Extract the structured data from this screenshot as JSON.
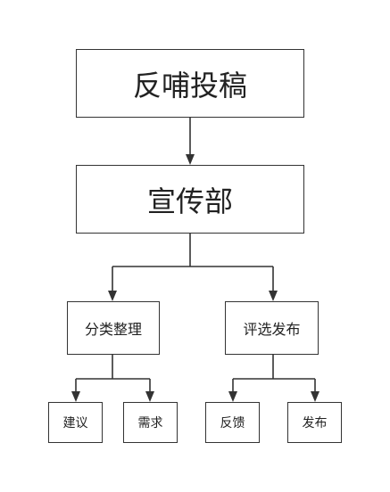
{
  "nodes": {
    "root": "反哺投稿",
    "department": "宣传部",
    "branch_left": "分类整理",
    "branch_right": "评选发布",
    "left_children": [
      "建议",
      "需求"
    ],
    "right_children": [
      "反馈",
      "发布"
    ]
  },
  "colors": {
    "border": "#333333",
    "text": "#222222",
    "background": "#ffffff"
  }
}
